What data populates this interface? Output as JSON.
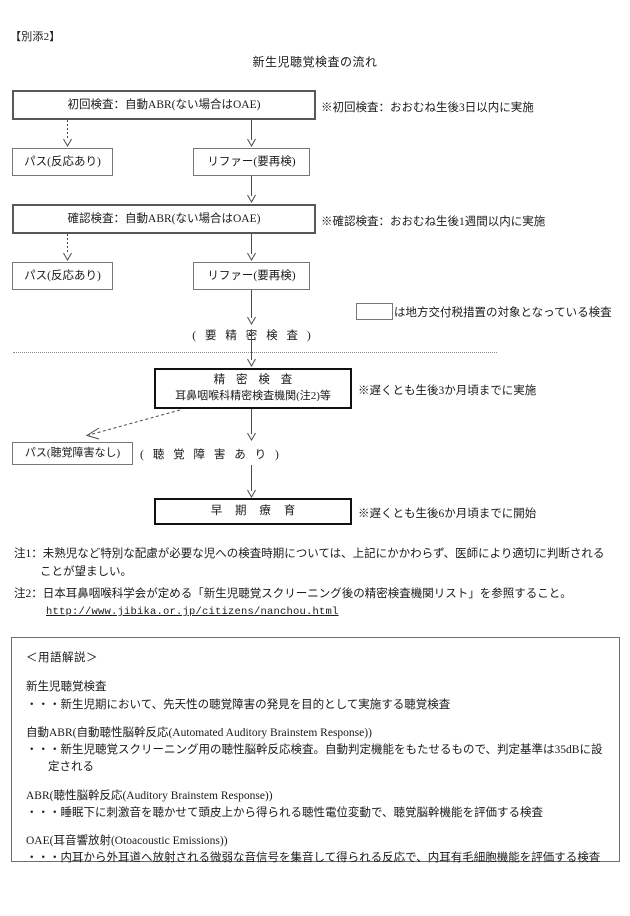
{
  "document": {
    "label": "【別添2】",
    "title": "新生児聴覚検査の流れ"
  },
  "flow": {
    "initial_test": "初回検査：自動ABR(ない場合はOAE)",
    "initial_note": "※初回検査：おおむね生後3日以内に実施",
    "pass_1": "パス(反応あり)",
    "refer_1": "リファー(要再検)",
    "confirm_test": "確認検査：自動ABR(ない場合はOAE)",
    "confirm_note": "※確認検査：おおむね生後1週間以内に実施",
    "pass_2": "パス(反応あり)",
    "refer_2": "リファー(要再検)",
    "need_detailed": "( 要 精 密 検 査 )",
    "detailed_exam_line1": "精 密 検 査",
    "detailed_exam_line2": "耳鼻咽喉科精密検査機関(注2)等",
    "detailed_note": "※遅くとも生後3か月頃までに実施",
    "pass_no_hearing_loss": "パス(聴覚障害なし)",
    "hearing_loss_present": "( 聴 覚 障 害 あ り )",
    "early_intervention": "早 期 療 育",
    "early_note": "※遅くとも生後6か月頃までに開始"
  },
  "legend": {
    "text": "は地方交付税措置の対象となっている検査"
  },
  "footnotes": {
    "note1_head": "注1：未熟児など特別な配慮が必要な児への検査時期については、上記にかかわらず、医師により適切に判断される",
    "note1_cont": "ことが望ましい。",
    "note2_head": "注2：日本耳鼻咽喉科学会が定める「新生児聴覚スクリーニング後の精密検査機関リスト」を参照すること。",
    "note2_link": "http://www.jibika.or.jp/citizens/nanchou.html"
  },
  "glossary": {
    "heading": "＜用語解説＞",
    "entries": [
      {
        "term": "新生児聴覚検査",
        "def": "・・・新生児期において、先天性の聴覚障害の発見を目的として実施する聴覚検査",
        "def_cont": ""
      },
      {
        "term": "自動ABR(自動聴性脳幹反応(Automated Auditory Brainstem Response))",
        "def": "・・・新生児聴覚スクリーニング用の聴性脳幹反応検査。自動判定機能をもたせるもので、判定基準は35dBに設",
        "def_cont": "定される"
      },
      {
        "term": "ABR(聴性脳幹反応(Auditory Brainstem Response))",
        "def": "・・・睡眠下に刺激音を聴かせて頭皮上から得られる聴性電位変動で、聴覚脳幹機能を評価する検査",
        "def_cont": ""
      },
      {
        "term": "OAE(耳音響放射(Otoacoustic Emissions))",
        "def": "・・・内耳から外耳道へ放射される微弱な音信号を集音して得られる反応で、内耳有毛細胞機能を評価する検査",
        "def_cont": ""
      }
    ]
  },
  "colors": {
    "box_border_thick": "#585858",
    "box_border_thin": "#777777",
    "box_border_black": "#111111",
    "line": "#4a4a4a",
    "text": "#1a1a1a",
    "background": "#ffffff"
  }
}
